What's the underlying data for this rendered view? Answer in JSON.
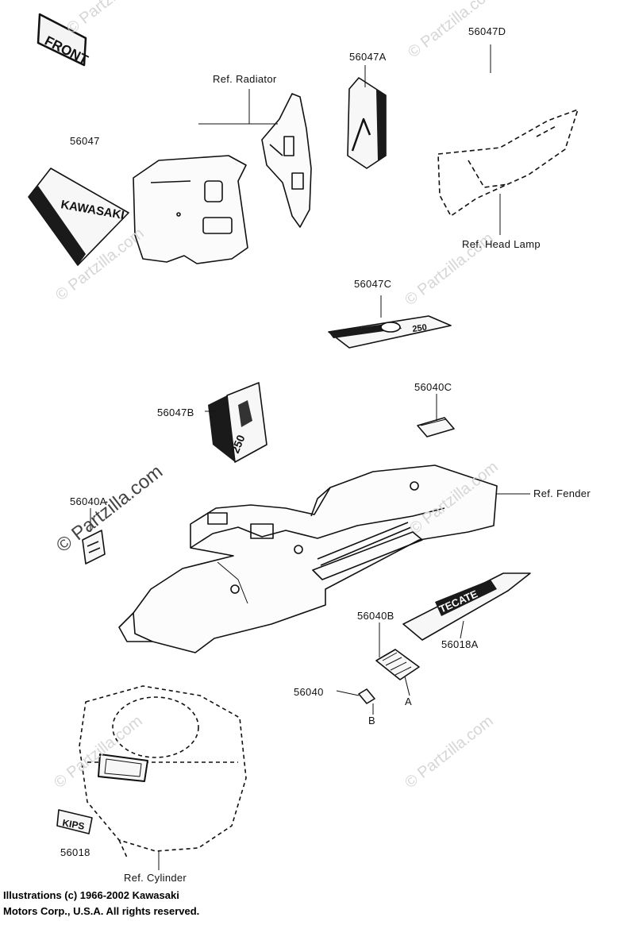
{
  "watermark": "© Partzilla.com",
  "labels": {
    "part_56047": "56047",
    "part_56047A": "56047A",
    "part_56047B": "56047B",
    "part_56047C": "56047C",
    "part_56047D": "56047D",
    "part_56040": "56040",
    "part_56040A": "56040A",
    "part_56040B": "56040B",
    "part_56040C": "56040C",
    "part_56018": "56018",
    "part_56018A": "56018A",
    "ref_radiator": "Ref. Radiator",
    "ref_head_lamp": "Ref. Head Lamp",
    "ref_fender": "Ref. Fender",
    "ref_cylinder": "Ref. Cylinder",
    "callout_a": "A",
    "callout_b": "B"
  },
  "decal_text": {
    "front": "FRONT",
    "kawasaki": "KAWASAKI",
    "model_250": "250",
    "tecate": "TECATE",
    "kips": "KIPS"
  },
  "footer": {
    "line1": "Illustrations (c) 1966-2002 Kawasaki",
    "line2": "Motors Corp., U.S.A.  All rights reserved."
  }
}
